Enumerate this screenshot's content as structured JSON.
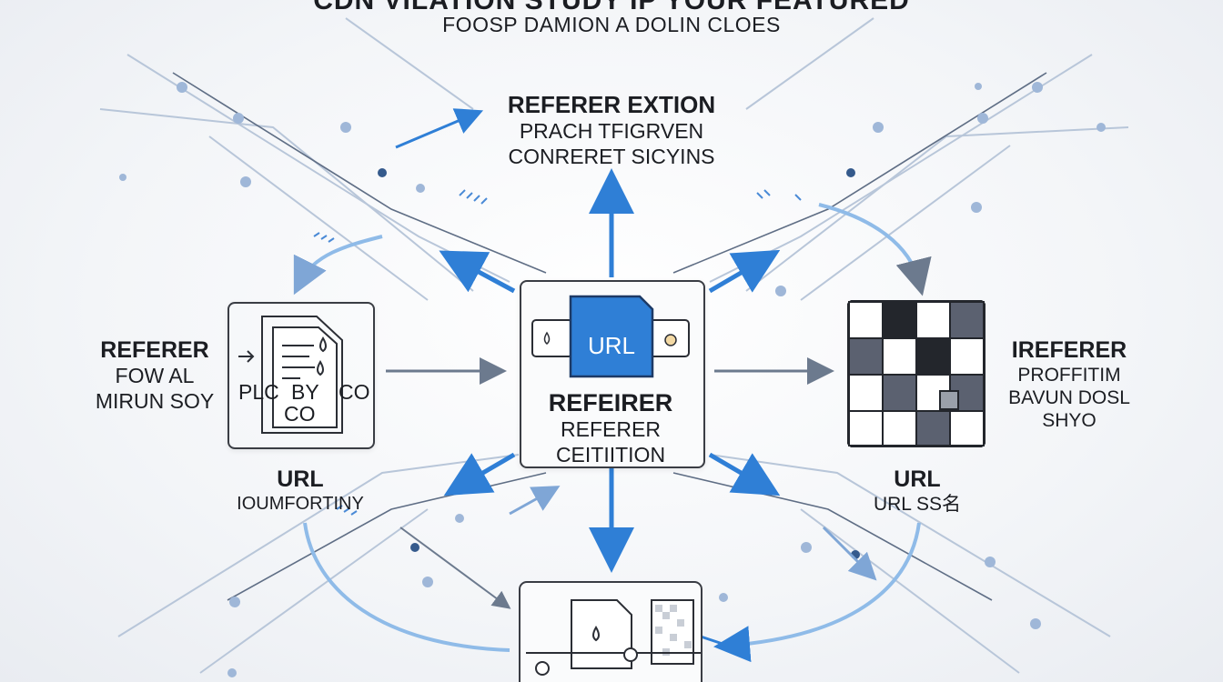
{
  "header": {
    "title_cut": "CDN VILATION STUDY IP YOUR FEATURED",
    "subtitle": "FOOSP DAMION A DOLIN CLOES"
  },
  "top_label": {
    "heading": "REFERER EXTION",
    "line1": "PRACH TFIGRVEN",
    "line2": "CONRERET SICYINS"
  },
  "left_label": {
    "heading": "REFERER",
    "line1": "FOW AL",
    "line2": "MIRUN SOY"
  },
  "left_card": {
    "text1": "PLC",
    "text2": "BY",
    "text3": "CO",
    "text4": "CO"
  },
  "left_bottom_label": {
    "heading": "URL",
    "line1": "IOUMFORTINY"
  },
  "center": {
    "badge": "URL",
    "heading": "REFEIRER",
    "line1": "REFERER",
    "line2": "CEITIITION"
  },
  "right_label": {
    "heading": "IREFERER",
    "line1": "PROFFITIM",
    "line2": "BAVUN DOSL",
    "line3": "SHYO"
  },
  "right_bottom_label": {
    "heading": "URL",
    "line1": "URL SS名"
  },
  "colors": {
    "accent_blue": "#2f7fd6",
    "light_blue": "#8fbbe8",
    "dark": "#2b2e35",
    "grid_dark": "#23262c",
    "grid_mid": "#5b6170"
  }
}
